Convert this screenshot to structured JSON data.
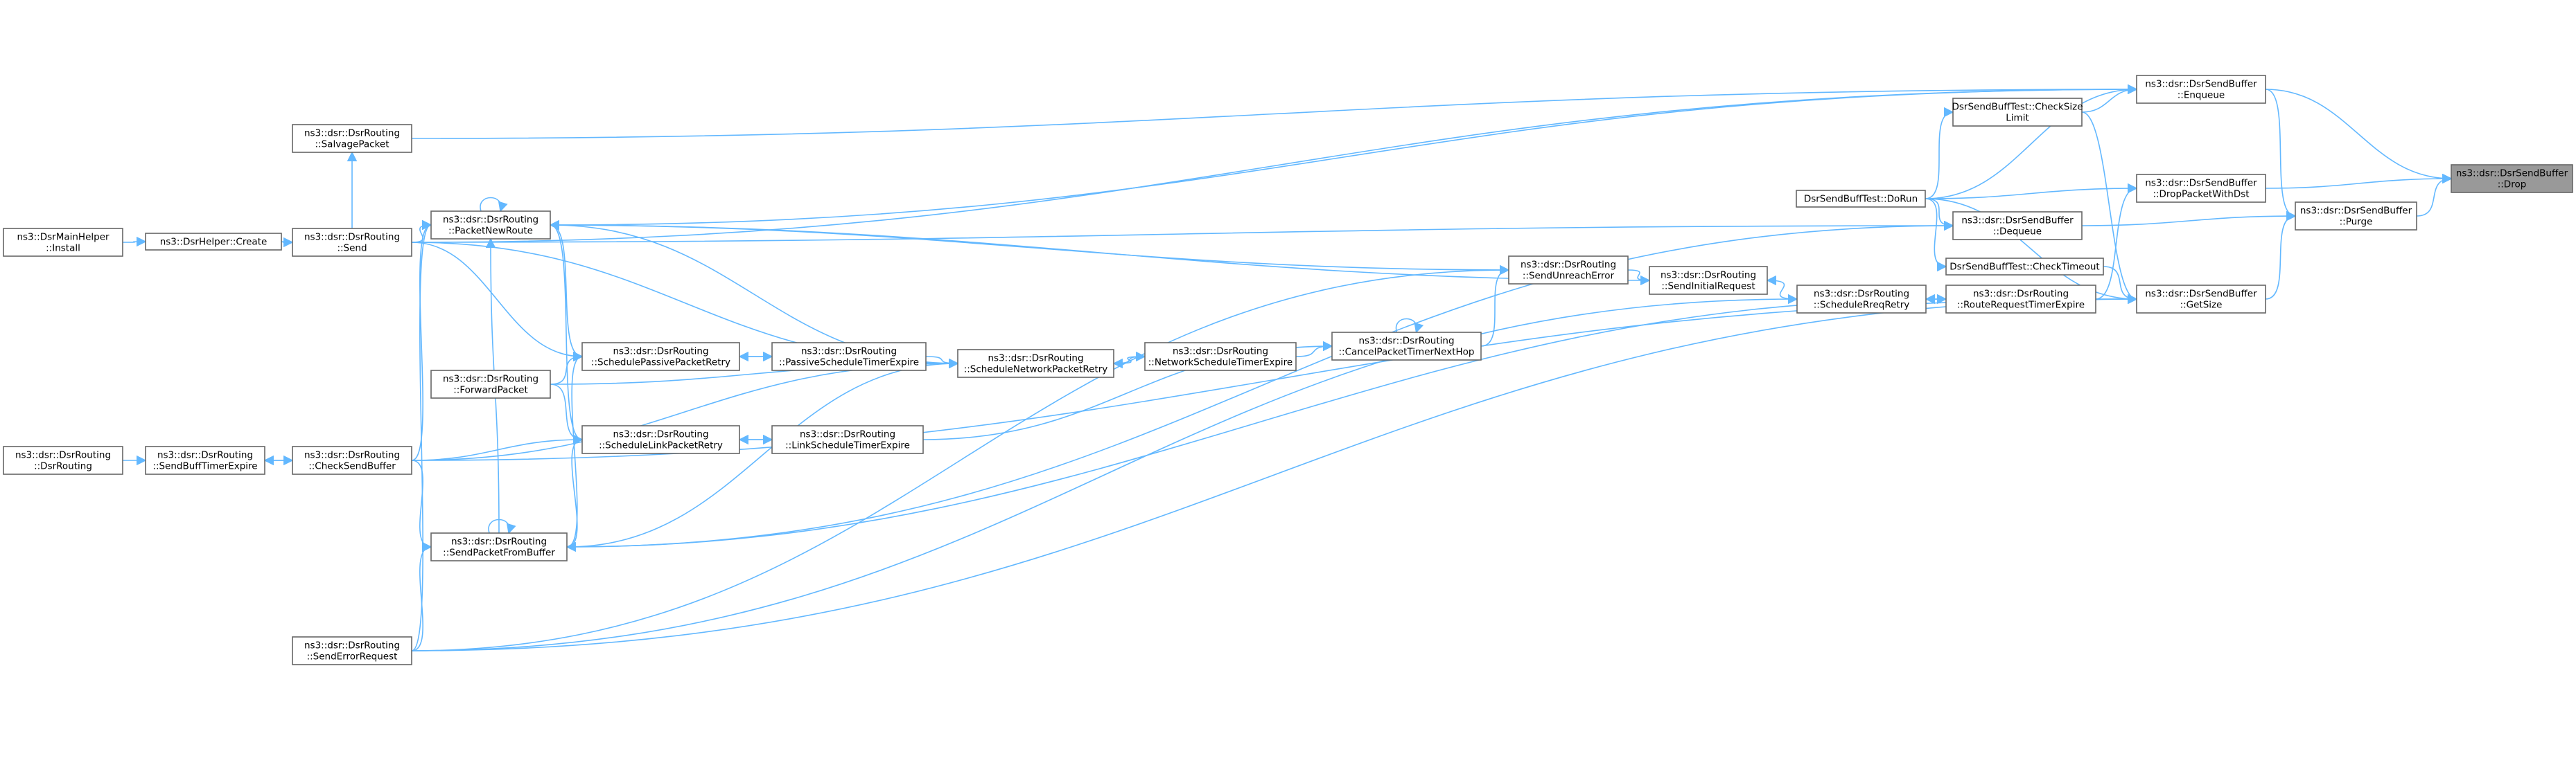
{
  "graph": {
    "edge_color": "#63b8ff",
    "node_border_color": "#666666",
    "focus_node_fill": "#999999",
    "nodes": [
      {
        "id": "drop",
        "lines": [
          "ns3::dsr::DsrSendBuffer",
          "::Drop"
        ],
        "focus": true
      },
      {
        "id": "enqueue",
        "lines": [
          "ns3::dsr::DsrSendBuffer",
          "::Enqueue"
        ]
      },
      {
        "id": "dropwithdst",
        "lines": [
          "ns3::dsr::DsrSendBuffer",
          "::DropPacketWithDst"
        ]
      },
      {
        "id": "purge",
        "lines": [
          "ns3::dsr::DsrSendBuffer",
          "::Purge"
        ]
      },
      {
        "id": "getsize",
        "lines": [
          "ns3::dsr::DsrSendBuffer",
          "::GetSize"
        ]
      },
      {
        "id": "checksizelimit",
        "lines": [
          "DsrSendBuffTest::CheckSize",
          "Limit"
        ]
      },
      {
        "id": "dorun",
        "lines": [
          "DsrSendBuffTest::DoRun"
        ]
      },
      {
        "id": "dequeue",
        "lines": [
          "ns3::dsr::DsrSendBuffer",
          "::Dequeue"
        ]
      },
      {
        "id": "checktimeout",
        "lines": [
          "DsrSendBuffTest::CheckTimeout"
        ]
      },
      {
        "id": "routereqtimer",
        "lines": [
          "ns3::dsr::DsrRouting",
          "::RouteRequestTimerExpire"
        ]
      },
      {
        "id": "schedreqretry",
        "lines": [
          "ns3::dsr::DsrRouting",
          "::ScheduleRreqRetry"
        ]
      },
      {
        "id": "sendinitreq",
        "lines": [
          "ns3::dsr::DsrRouting",
          "::SendInitialRequest"
        ]
      },
      {
        "id": "sendunreach",
        "lines": [
          "ns3::dsr::DsrRouting",
          "::SendUnreachError"
        ]
      },
      {
        "id": "cancelpkt",
        "lines": [
          "ns3::dsr::DsrRouting",
          "::CancelPacketTimerNextHop"
        ]
      },
      {
        "id": "netsched",
        "lines": [
          "ns3::dsr::DsrRouting",
          "::NetworkScheduleTimerExpire"
        ]
      },
      {
        "id": "schednet",
        "lines": [
          "ns3::dsr::DsrRouting",
          "::ScheduleNetworkPacketRetry"
        ]
      },
      {
        "id": "passivesched",
        "lines": [
          "ns3::dsr::DsrRouting",
          "::PassiveScheduleTimerExpire"
        ]
      },
      {
        "id": "schedpassive",
        "lines": [
          "ns3::dsr::DsrRouting",
          "::SchedulePassivePacketRetry"
        ]
      },
      {
        "id": "linksched",
        "lines": [
          "ns3::dsr::DsrRouting",
          "::LinkScheduleTimerExpire"
        ]
      },
      {
        "id": "schedlink",
        "lines": [
          "ns3::dsr::DsrRouting",
          "::ScheduleLinkPacketRetry"
        ]
      },
      {
        "id": "forward",
        "lines": [
          "ns3::dsr::DsrRouting",
          "::ForwardPacket"
        ]
      },
      {
        "id": "salvage",
        "lines": [
          "ns3::dsr::DsrRouting",
          "::SalvagePacket"
        ]
      },
      {
        "id": "newroute",
        "lines": [
          "ns3::dsr::DsrRouting",
          "::PacketNewRoute"
        ]
      },
      {
        "id": "sendfrombuf",
        "lines": [
          "ns3::dsr::DsrRouting",
          "::SendPacketFromBuffer"
        ]
      },
      {
        "id": "send",
        "lines": [
          "ns3::dsr::DsrRouting",
          "::Send"
        ]
      },
      {
        "id": "checksendbuf",
        "lines": [
          "ns3::dsr::DsrRouting",
          "::CheckSendBuffer"
        ]
      },
      {
        "id": "senderror",
        "lines": [
          "ns3::dsr::DsrRouting",
          "::SendErrorRequest"
        ]
      },
      {
        "id": "sendbufftimer",
        "lines": [
          "ns3::dsr::DsrRouting",
          "::SendBuffTimerExpire"
        ]
      },
      {
        "id": "dsrrouting",
        "lines": [
          "ns3::dsr::DsrRouting",
          "::DsrRouting"
        ]
      },
      {
        "id": "create",
        "lines": [
          "ns3::DsrHelper::Create"
        ]
      },
      {
        "id": "install",
        "lines": [
          "ns3::DsrMainHelper",
          "::Install"
        ]
      }
    ],
    "edges": [
      [
        "enqueue",
        "drop"
      ],
      [
        "dropwithdst",
        "drop"
      ],
      [
        "purge",
        "drop"
      ],
      [
        "enqueue",
        "purge"
      ],
      [
        "getsize",
        "purge"
      ],
      [
        "dequeue",
        "purge"
      ],
      [
        "checksizelimit",
        "enqueue"
      ],
      [
        "dorun",
        "checksizelimit"
      ],
      [
        "dorun",
        "dropwithdst"
      ],
      [
        "dorun",
        "dequeue"
      ],
      [
        "dorun",
        "checktimeout"
      ],
      [
        "dorun",
        "enqueue"
      ],
      [
        "dorun",
        "getsize"
      ],
      [
        "checktimeout",
        "getsize"
      ],
      [
        "checksizelimit",
        "getsize"
      ],
      [
        "routereqtimer",
        "getsize"
      ],
      [
        "routereqtimer",
        "dropwithdst"
      ],
      [
        "routereqtimer",
        "schedreqretry"
      ],
      [
        "schedreqretry",
        "routereqtimer"
      ],
      [
        "schedreqretry",
        "sendinitreq"
      ],
      [
        "sendinitreq",
        "newroute"
      ],
      [
        "sendunreach",
        "sendinitreq"
      ],
      [
        "sendunreach",
        "newroute"
      ],
      [
        "cancelpkt",
        "sendunreach"
      ],
      [
        "cancelpkt",
        "cancelpkt"
      ],
      [
        "netsched",
        "cancelpkt"
      ],
      [
        "schednet",
        "netsched"
      ],
      [
        "netsched",
        "schednet"
      ],
      [
        "passivesched",
        "schednet"
      ],
      [
        "schedpassive",
        "passivesched"
      ],
      [
        "passivesched",
        "schedpassive"
      ],
      [
        "linksched",
        "cancelpkt"
      ],
      [
        "schedlink",
        "linksched"
      ],
      [
        "linksched",
        "schedlink"
      ],
      [
        "forward",
        "schedpassive"
      ],
      [
        "forward",
        "schedlink"
      ],
      [
        "forward",
        "schednet"
      ],
      [
        "newroute",
        "schedpassive"
      ],
      [
        "newroute",
        "schedlink"
      ],
      [
        "newroute",
        "schednet"
      ],
      [
        "newroute",
        "newroute"
      ],
      [
        "salvage",
        "enqueue"
      ],
      [
        "newroute",
        "enqueue"
      ],
      [
        "send",
        "newroute"
      ],
      [
        "send",
        "enqueue"
      ],
      [
        "send",
        "schedpassive"
      ],
      [
        "send",
        "schednet"
      ],
      [
        "send",
        "dequeue"
      ],
      [
        "send",
        "salvage"
      ],
      [
        "create",
        "send"
      ],
      [
        "install",
        "create"
      ],
      [
        "sendfrombuf",
        "schedpassive"
      ],
      [
        "sendfrombuf",
        "schedlink"
      ],
      [
        "sendfrombuf",
        "schednet"
      ],
      [
        "sendfrombuf",
        "sendfrombuf"
      ],
      [
        "sendfrombuf",
        "newroute"
      ],
      [
        "sendfrombuf",
        "dequeue"
      ],
      [
        "checksendbuf",
        "sendfrombuf"
      ],
      [
        "checksendbuf",
        "schedlink"
      ],
      [
        "checksendbuf",
        "schednet"
      ],
      [
        "checksendbuf",
        "getsize"
      ],
      [
        "checksendbuf",
        "newroute"
      ],
      [
        "checksendbuf",
        "sendbufftimer"
      ],
      [
        "sendbufftimer",
        "checksendbuf"
      ],
      [
        "dsrrouting",
        "sendbufftimer"
      ],
      [
        "senderror",
        "sendfrombuf"
      ],
      [
        "senderror",
        "newroute"
      ],
      [
        "senderror",
        "schedreqretry"
      ],
      [
        "senderror",
        "getsize"
      ],
      [
        "senderror",
        "sendunreach"
      ],
      [
        "routereqtimer",
        "sendfrombuf"
      ]
    ]
  }
}
